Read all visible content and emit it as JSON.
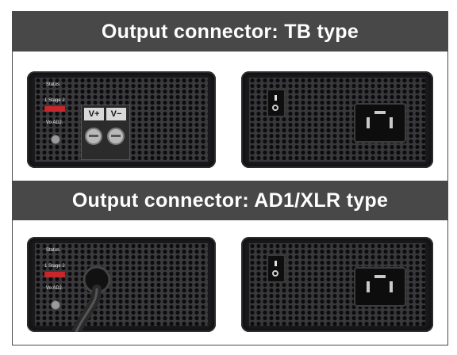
{
  "sections": [
    {
      "title": "Output connector: TB type"
    },
    {
      "title": "Output connector: AD1/XLR type"
    }
  ],
  "front_panel": {
    "status_label": "Status",
    "stage_label": "1  Stage  2",
    "vo_adj_label": "Vo ADJ."
  },
  "terminal_block": {
    "positive_label": "V+",
    "negative_label": "V−"
  },
  "colors": {
    "band": "#484848",
    "chassis": "#1b1b1d",
    "stage_tag": "#c8262a"
  }
}
